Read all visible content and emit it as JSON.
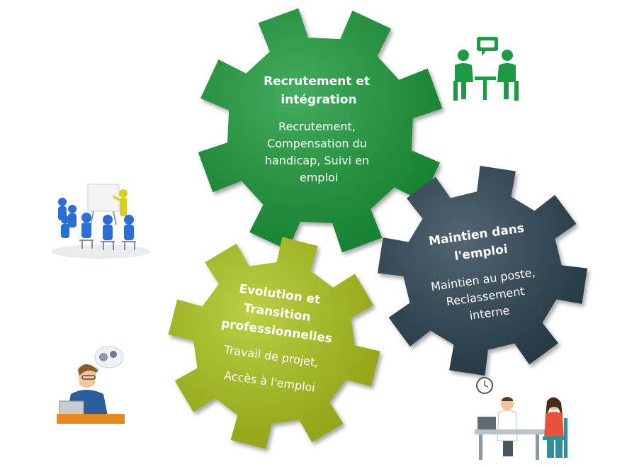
{
  "gears": [
    {
      "id": "recrutement",
      "color": "#1f9a3a",
      "title_lines": [
        "Recrutement et",
        "intégration"
      ],
      "body_lines": [
        "Recrutement,",
        "Compensation du",
        "handicap, Suivi en",
        "emploi"
      ]
    },
    {
      "id": "maintien",
      "color": "#2e4552",
      "title_lines": [
        "Maintien dans",
        "l'emploi"
      ],
      "body_lines": [
        "Maintien au poste,",
        "Reclassement",
        "interne"
      ]
    },
    {
      "id": "evolution",
      "color": "#aec41a",
      "title_lines": [
        "Evolution et",
        "Transition",
        "professionnelles"
      ],
      "body_lines": [
        "Travail de projet,",
        "Accès à l'emploi"
      ]
    }
  ],
  "illustrations": [
    {
      "id": "meeting",
      "icon": "meeting-people-icon",
      "color": "#1e9a45"
    },
    {
      "id": "training",
      "icon": "training-presentation-icon",
      "color": "#2a6fd6"
    },
    {
      "id": "thinking",
      "icon": "thinking-man-icon",
      "color": "#2b5e9c"
    },
    {
      "id": "consultation",
      "icon": "doctor-consultation-icon",
      "color": "#2f8f9a"
    }
  ]
}
